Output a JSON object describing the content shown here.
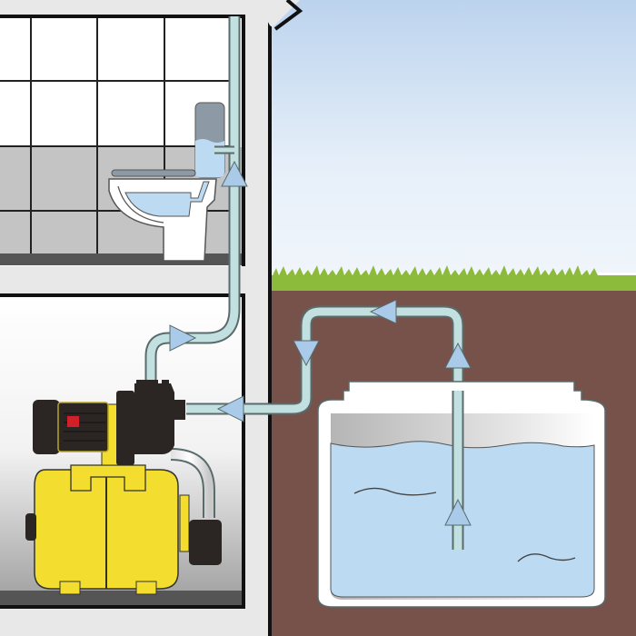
{
  "diagram": {
    "type": "rainwater-harvesting-illustration",
    "scenes": [
      "bathroom",
      "utility-room",
      "outdoor-underground-cistern"
    ],
    "colors": {
      "sky_top": "#bcd3ee",
      "sky_bottom": "#eef4fb",
      "grass": "#8cbb3c",
      "soil": "#76524a",
      "house_wall": "#e8e8e8",
      "outline": "#111111",
      "pipe_fill": "#c3e0e0",
      "pipe_outline": "#5a6b6b",
      "arrow_fill": "#a9cbe9",
      "water": "#bcdaf2",
      "pump_body": "#f3dd2e",
      "pump_motor": "#2b2523",
      "pump_indicator": "#d2202a",
      "tile_white": "#ffffff",
      "tile_grey": "#c4c4c4",
      "floor_dark": "#555555"
    },
    "flow_arrows": [
      {
        "location": "cistern-intake",
        "direction": "up"
      },
      {
        "location": "cistern-riser",
        "direction": "up"
      },
      {
        "location": "underground-top",
        "direction": "left"
      },
      {
        "location": "underground-drop",
        "direction": "down"
      },
      {
        "location": "pump-inlet",
        "direction": "left"
      },
      {
        "location": "pump-outlet",
        "direction": "right"
      },
      {
        "location": "toilet-feed",
        "direction": "up"
      }
    ]
  }
}
